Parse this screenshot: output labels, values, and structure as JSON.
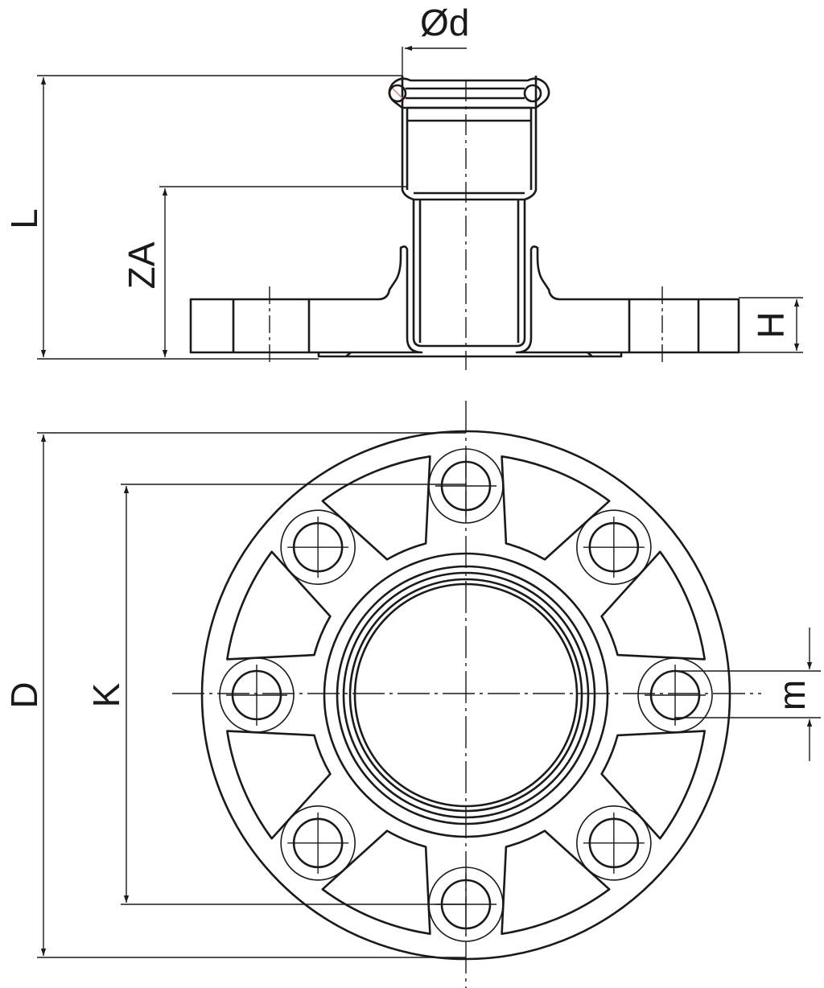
{
  "drawing": {
    "colors": {
      "ink": "#1a1a1a",
      "accent": "#d98c8c",
      "background": "#ffffff"
    },
    "side_view": {
      "dimensions": {
        "outer_diameter_pipe": "Ød",
        "overall_length": "L",
        "insertion_depth": "ZA",
        "flange_thickness": "H"
      }
    },
    "front_view": {
      "bolt_hole_count": 8,
      "dimensions": {
        "flange_diameter": "D",
        "bolt_circle_diameter": "K",
        "bolt_hole_diameter": "m"
      }
    }
  }
}
